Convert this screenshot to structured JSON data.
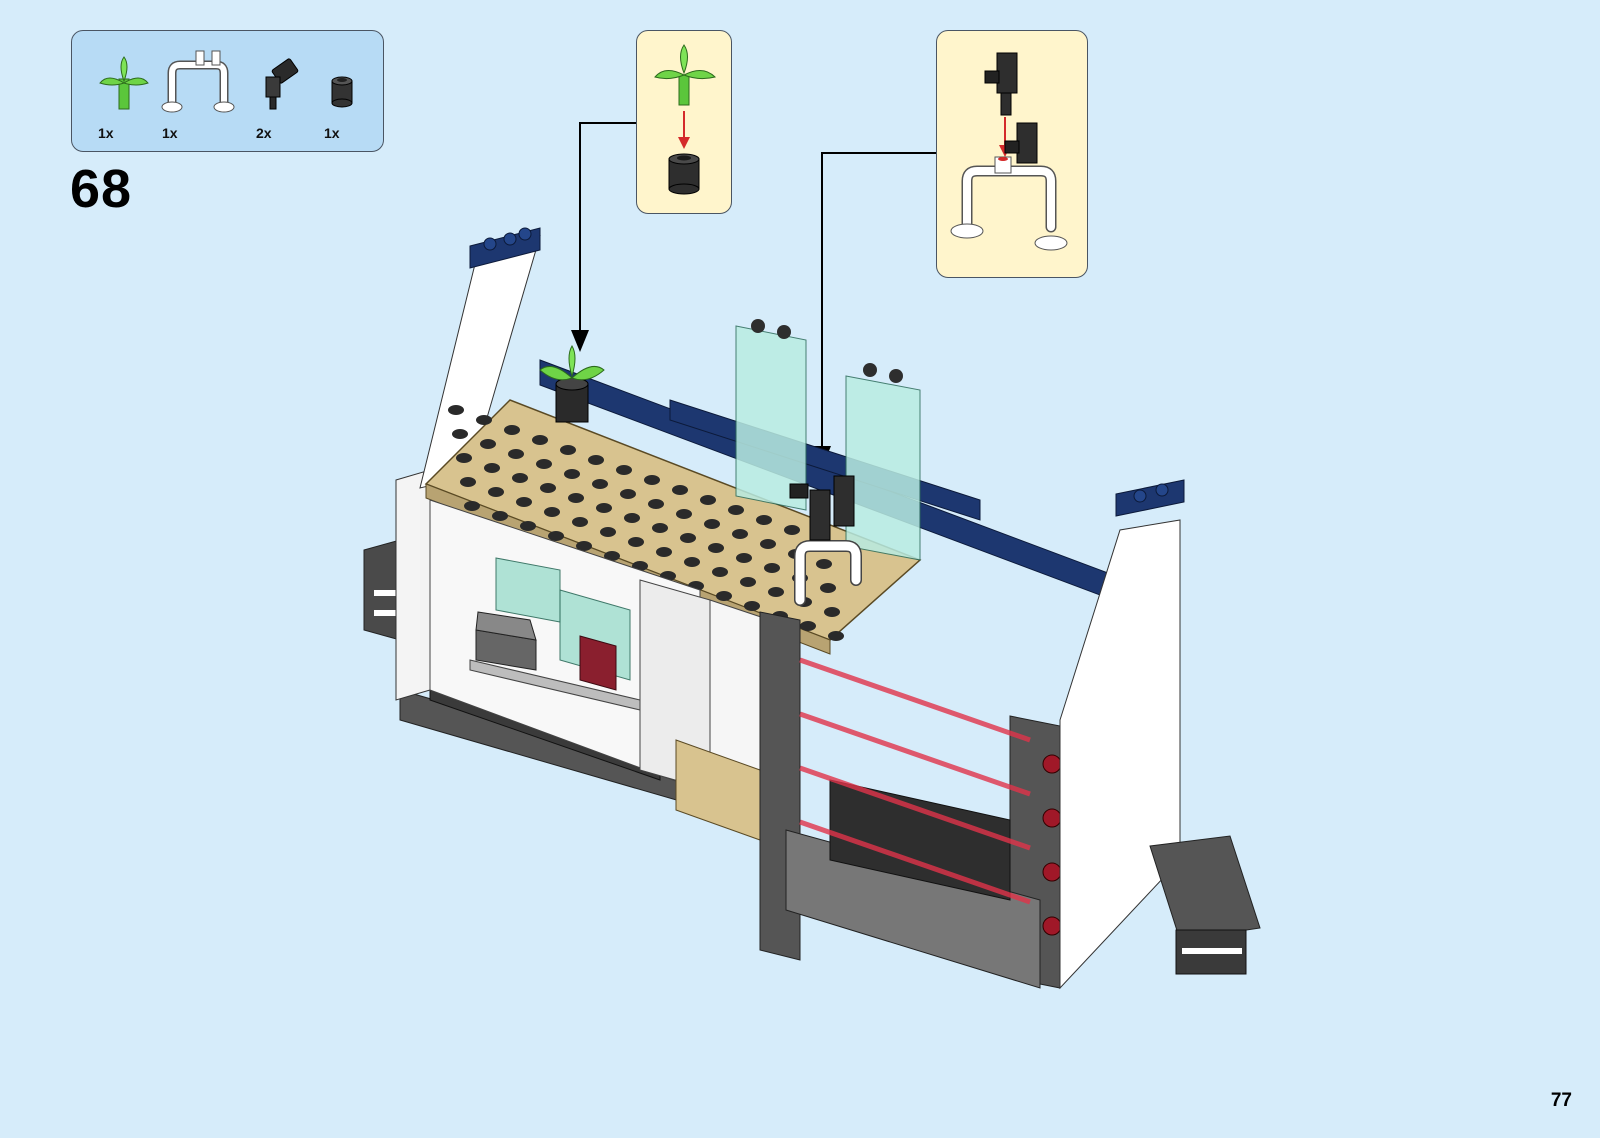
{
  "step": {
    "number": "68"
  },
  "parts_list": [
    {
      "name": "green-plant-icon",
      "quantity": "1x"
    },
    {
      "name": "white-bar-handle-icon",
      "quantity": "1x"
    },
    {
      "name": "black-camera-icon",
      "quantity": "2x"
    },
    {
      "name": "dark-round-brick-icon",
      "quantity": "1x"
    }
  ],
  "page": {
    "number": "77"
  },
  "colors": {
    "background": "#d6ecfa",
    "parts_panel": "#b7dbf5",
    "callout": "#fff5cc",
    "tan_plate": "#d8c38f",
    "dark_blue": "#1d3770",
    "plant_green": "#5bc63b",
    "laser_red": "#e0344a"
  }
}
